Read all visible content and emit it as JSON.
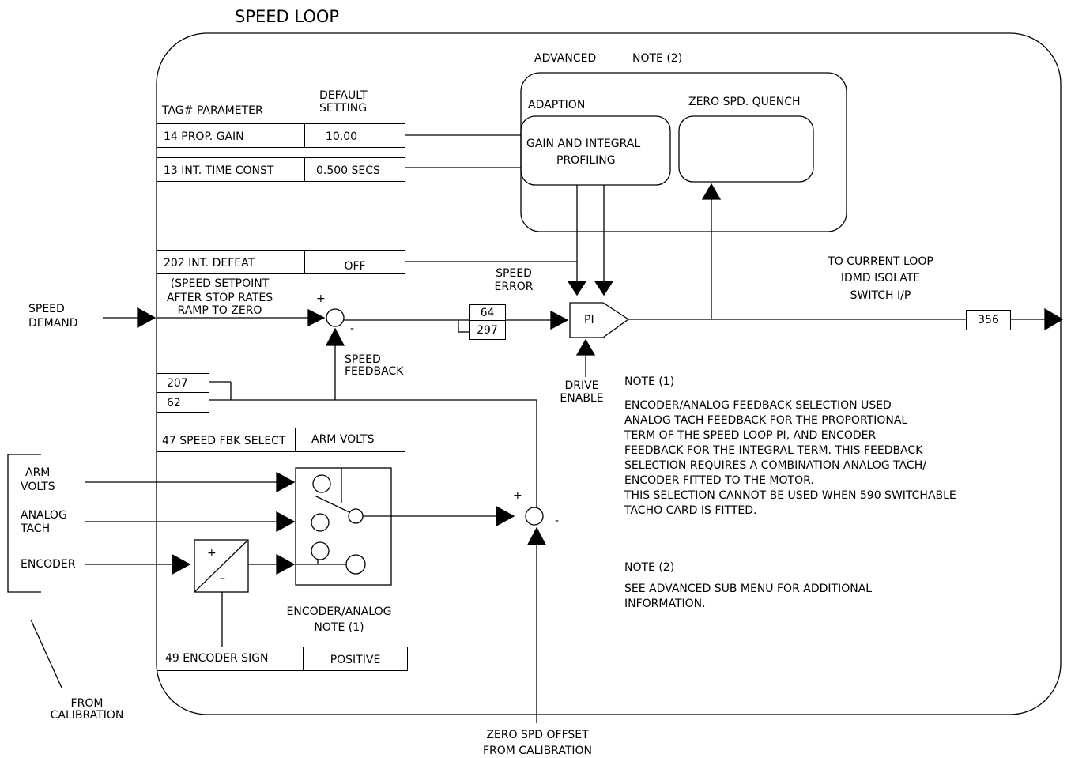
{
  "title": "SPEED LOOP",
  "header": {
    "col1": "TAG#  PARAMETER",
    "col2a": "DEFAULT",
    "col2b": "SETTING"
  },
  "params": {
    "prop_gain": {
      "name": "14  PROP. GAIN",
      "value": "10.00"
    },
    "int_time": {
      "name": "13  INT. TIME CONST",
      "value": "0.500 SECS"
    },
    "int_defeat": {
      "name": "202  INT. DEFEAT",
      "value": "OFF"
    },
    "speed_fbk_select": {
      "name": "47 SPEED FBK SELECT",
      "value": "ARM VOLTS"
    },
    "encoder_sign": {
      "name": "49  ENCODER SIGN",
      "value": "POSITIVE"
    }
  },
  "advanced": {
    "label": "ADVANCED",
    "note_ref": "NOTE (2)",
    "adaption": "ADAPTION",
    "gain_profiling_1": "GAIN AND INTEGRAL",
    "gain_profiling_2": "PROFILING",
    "zero_spd_quench": "ZERO SPD. QUENCH"
  },
  "signals": {
    "speed_demand_1": "SPEED",
    "speed_demand_2": "DEMAND",
    "setpoint_1": "(SPEED SETPOINT",
    "setpoint_2": "AFTER STOP RATES",
    "setpoint_3": "RAMP TO ZERO",
    "speed_error_1": "SPEED",
    "speed_error_2": "ERROR",
    "speed_feedback_1": "SPEED",
    "speed_feedback_2": "FEEDBACK",
    "drive_enable_1": "DRIVE",
    "drive_enable_2": "ENABLE",
    "pi": "PI",
    "to_current_1": "TO CURRENT LOOP",
    "to_current_2": "IDMD ISOLATE",
    "to_current_3": "SWITCH I/P",
    "arm_volts_1": "ARM",
    "arm_volts_2": "VOLTS",
    "analog_tach_1": "ANALOG",
    "analog_tach_2": "TACH",
    "encoder": "ENCODER",
    "encoder_analog_1": "ENCODER/ANALOG",
    "encoder_analog_2": "NOTE (1)",
    "from_cal_1": "FROM",
    "from_cal_2": "CALIBRATION",
    "zero_offset_1": "ZERO SPD OFFSET",
    "zero_offset_2": "FROM CALIBRATION",
    "plus": "+",
    "minus": "-",
    "minus_long": "–"
  },
  "tags": {
    "t64": "64",
    "t297": "297",
    "t207": "207",
    "t62": "62",
    "t356": "356"
  },
  "notes": {
    "n1_title": "NOTE (1)",
    "n1_lines": [
      "ENCODER/ANALOG FEEDBACK SELECTION USED",
      "ANALOG TACH FEEDBACK FOR THE PROPORTIONAL",
      "TERM OF THE SPEED LOOP PI, AND ENCODER",
      "FEEDBACK FOR THE INTEGRAL TERM. THIS FEEDBACK",
      "SELECTION REQUIRES A COMBINATION ANALOG TACH/",
      "ENCODER FITTED TO THE MOTOR.",
      "THIS SELECTION CANNOT BE USED WHEN 590 SWITCHABLE",
      "TACHO CARD IS FITTED."
    ],
    "n2_title": "NOTE (2)",
    "n2_lines": [
      "SEE ADVANCED SUB MENU FOR ADDITIONAL",
      "INFORMATION."
    ]
  }
}
